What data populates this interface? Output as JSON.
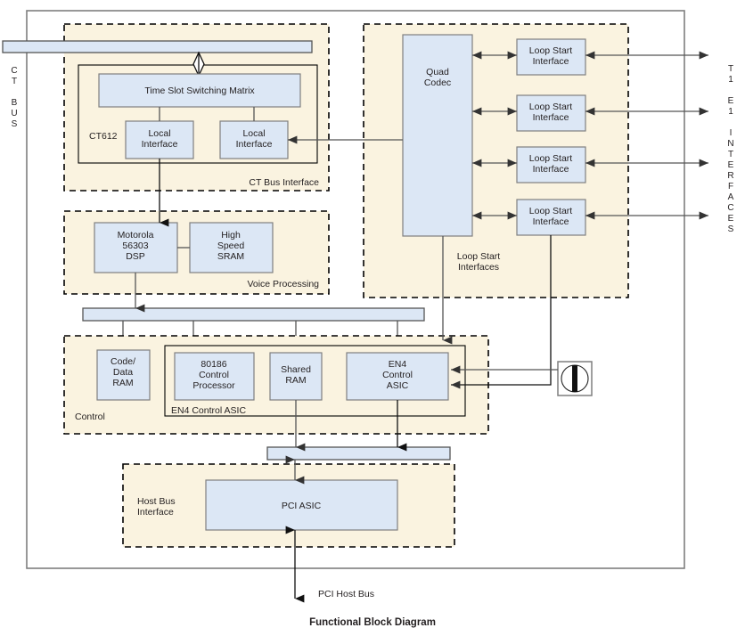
{
  "figure": {
    "caption": "Functional Block Diagram",
    "bottom_bus_label": "PCI Host Bus"
  },
  "colors": {
    "block_fill": "#dce7f5",
    "block_stroke": "#7f7f7f",
    "panel_fill": "#faf3e0",
    "panel_stroke": "#000000",
    "wire": "#555555",
    "text": "#231f20",
    "board_stroke": "#7f7f7f"
  },
  "edge_labels": {
    "left": "C T   B U S",
    "left_chars": [
      "C",
      "T",
      "",
      "B",
      "U",
      "S"
    ],
    "right": "T 1  E 1  I N T E R F A C E S",
    "right_chars": [
      "T",
      "1",
      "",
      "E",
      "1",
      "",
      "I",
      "N",
      "T",
      "E",
      "R",
      "F",
      "A",
      "C",
      "E",
      "S"
    ]
  },
  "panels": {
    "ct_bus_interface": {
      "label": "CT Bus Interface"
    },
    "voice_processing": {
      "label": "Voice Processing"
    },
    "loop_start_interfaces": {
      "label": "Loop Start\nInterfaces",
      "line1": "Loop Start",
      "line2": "Interfaces"
    },
    "control": {
      "label": "Control"
    },
    "host_bus_interface": {
      "label": "Host Bus\nInterface",
      "line1": "Host Bus",
      "line2": "Interface"
    }
  },
  "inner_boxes": {
    "ct612": {
      "label": "CT612"
    },
    "en4_control_asic": {
      "label": "EN4 Control ASIC"
    }
  },
  "blocks": {
    "time_slot_matrix": {
      "label": "Time Slot Switching Matrix",
      "lines": [
        "Time Slot Switching Matrix"
      ]
    },
    "local_interface_1": {
      "lines": [
        "Local",
        "Interface"
      ]
    },
    "local_interface_2": {
      "lines": [
        "Local",
        "Interface"
      ]
    },
    "motorola_dsp": {
      "lines": [
        "Motorola",
        "56303",
        "DSP"
      ]
    },
    "high_speed_sram": {
      "lines": [
        "High",
        "Speed",
        "SRAM"
      ]
    },
    "code_data_ram": {
      "lines": [
        "Code/",
        "Data",
        "RAM"
      ]
    },
    "control_processor": {
      "lines": [
        "80186",
        "Control",
        "Processor"
      ]
    },
    "shared_ram": {
      "lines": [
        "Shared",
        "RAM"
      ]
    },
    "en4_asic": {
      "lines": [
        "EN4",
        "Control",
        "ASIC"
      ]
    },
    "quad_codec": {
      "lines": [
        "Quad",
        "Codec"
      ]
    },
    "pci_asic": {
      "lines": [
        "PCI ASIC"
      ]
    },
    "loop_start_1": {
      "lines": [
        "Loop Start",
        "Interface"
      ]
    },
    "loop_start_2": {
      "lines": [
        "Loop Start",
        "Interface"
      ]
    },
    "loop_start_3": {
      "lines": [
        "Loop Start",
        "Interface"
      ]
    },
    "loop_start_4": {
      "lines": [
        "Loop Start",
        "Interface"
      ]
    }
  },
  "buses": {
    "ct_bus_ribbon": {
      "name": "CT Bus ribbon"
    },
    "middle_bus": {
      "name": "Internal bus"
    },
    "lower_bus": {
      "name": "Host bus"
    }
  },
  "icons": {
    "bus_tap": "diamond-connector-icon",
    "jack": "connector-jack-icon"
  }
}
